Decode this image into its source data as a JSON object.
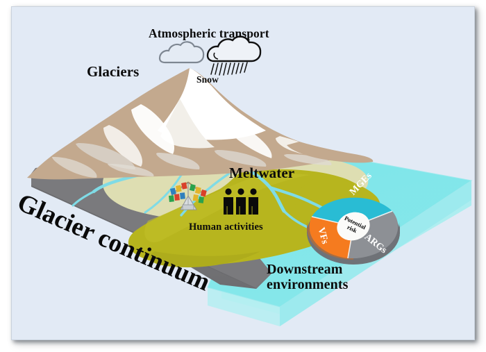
{
  "figure": {
    "title_concept": "Glacier continuum conceptual diagram",
    "background_color": "#e2eaf5",
    "frame_border_color": "#c9d2dd"
  },
  "labels": {
    "atmospheric_transport": "Atmospheric transport",
    "glaciers": "Glaciers",
    "snow": "Snow",
    "meltwater": "Meltwater",
    "human_activities": "Human activities",
    "downstream_line1": "Downstream",
    "downstream_line2": "environments",
    "glacier_continuum": "Glacier continuum"
  },
  "pie": {
    "center_label_line1": "Potential",
    "center_label_line2": "risk",
    "segments": [
      {
        "name": "MGEs",
        "label": "MGEs",
        "color": "#29bcd4",
        "value": 33.3
      },
      {
        "name": "ARGs",
        "label": "ARGs",
        "color": "#8d9095",
        "value": 33.3
      },
      {
        "name": "VFs",
        "label": "VFs",
        "color": "#f57b1f",
        "value": 33.4
      }
    ]
  },
  "colors": {
    "sky": "#e2eaf5",
    "mountain_rock": "#c3a98e",
    "mountain_snow": "#ffffff",
    "mountain_shade": "#d9d2cb",
    "alpine_meadow": "#ddddb0",
    "lowland_green": "#b5b320",
    "water_plane": "#7ee4e8",
    "water_plane_side": "#9deaee",
    "stream": "#7fdbe6",
    "slab_gray": "#78787b",
    "slab_gray_dark": "#5d5d60",
    "text": "#0b0b0b"
  },
  "icons": {
    "cloud_plain": "cloud-icon",
    "cloud_snowing": "snow-cloud-icon",
    "people": "people-group-icon",
    "tent": "tent-icon",
    "prayer_flags": "prayer-flags-icon"
  }
}
